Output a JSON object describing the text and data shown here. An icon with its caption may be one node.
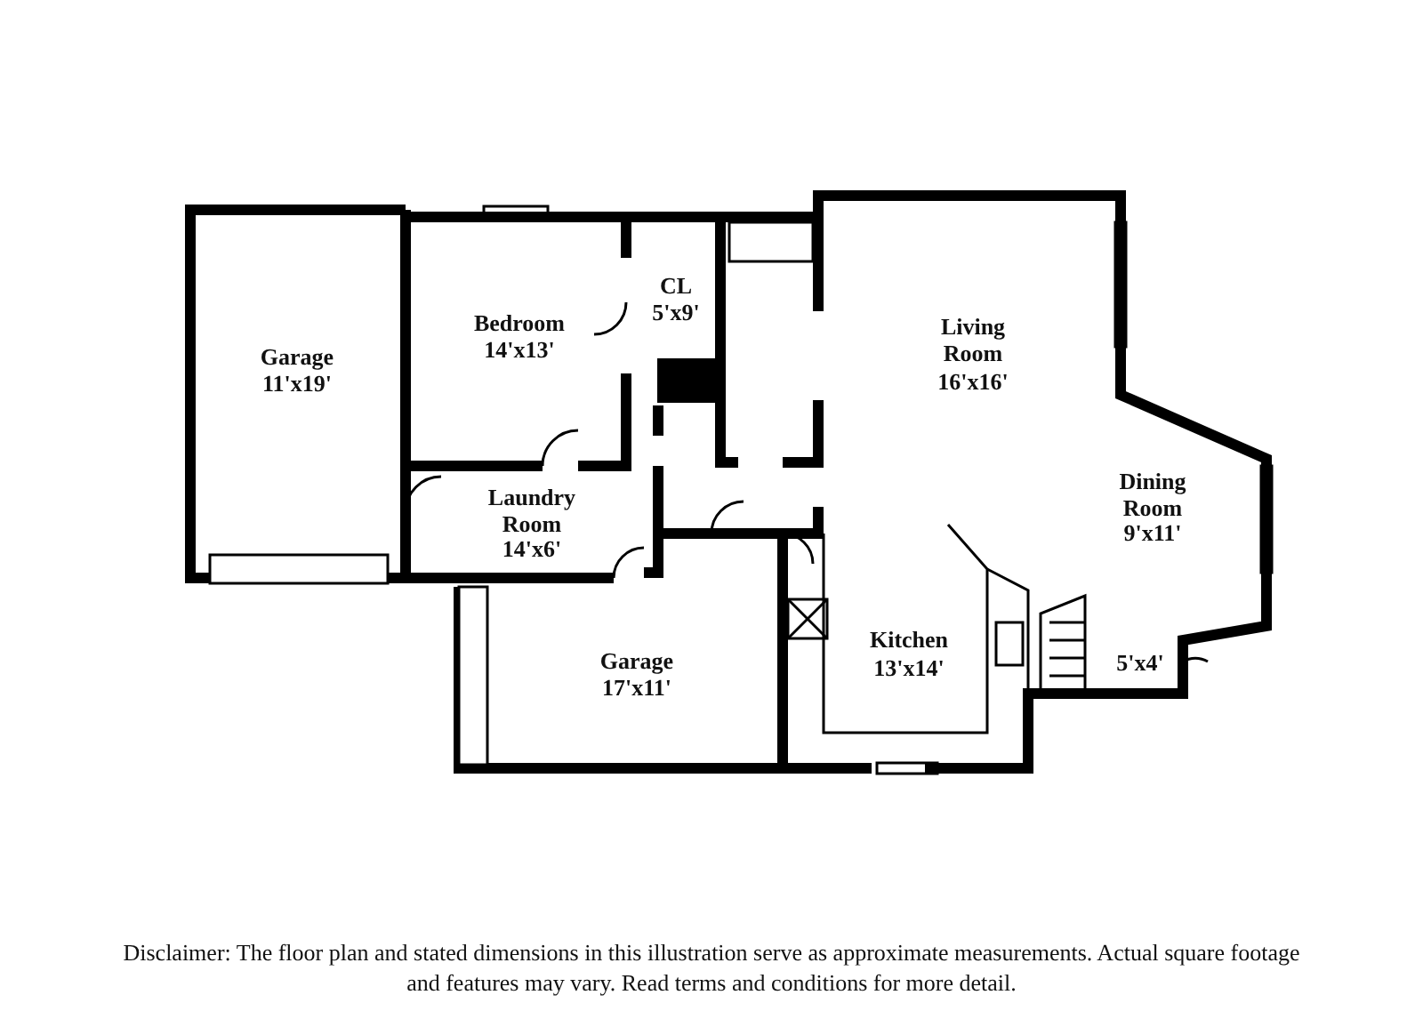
{
  "diagram": {
    "caption": "Disclaimer: The floor plan and stated dimensions in this illustration serve as approximate measurements. Actual square footage and features may vary. Read terms and conditions for more detail.",
    "labels": [
      "Bedroom",
      "14'x13'",
      "CL",
      "5'x9'",
      "Living Room",
      "16'x16'",
      "Garage",
      "11'x19'",
      "Dining Room",
      "9'x11'",
      "Laundry Room",
      "14'x6'",
      "Kitchen",
      "13'x14'",
      "Garage",
      "17'x11'",
      "5'x4'"
    ]
  }
}
